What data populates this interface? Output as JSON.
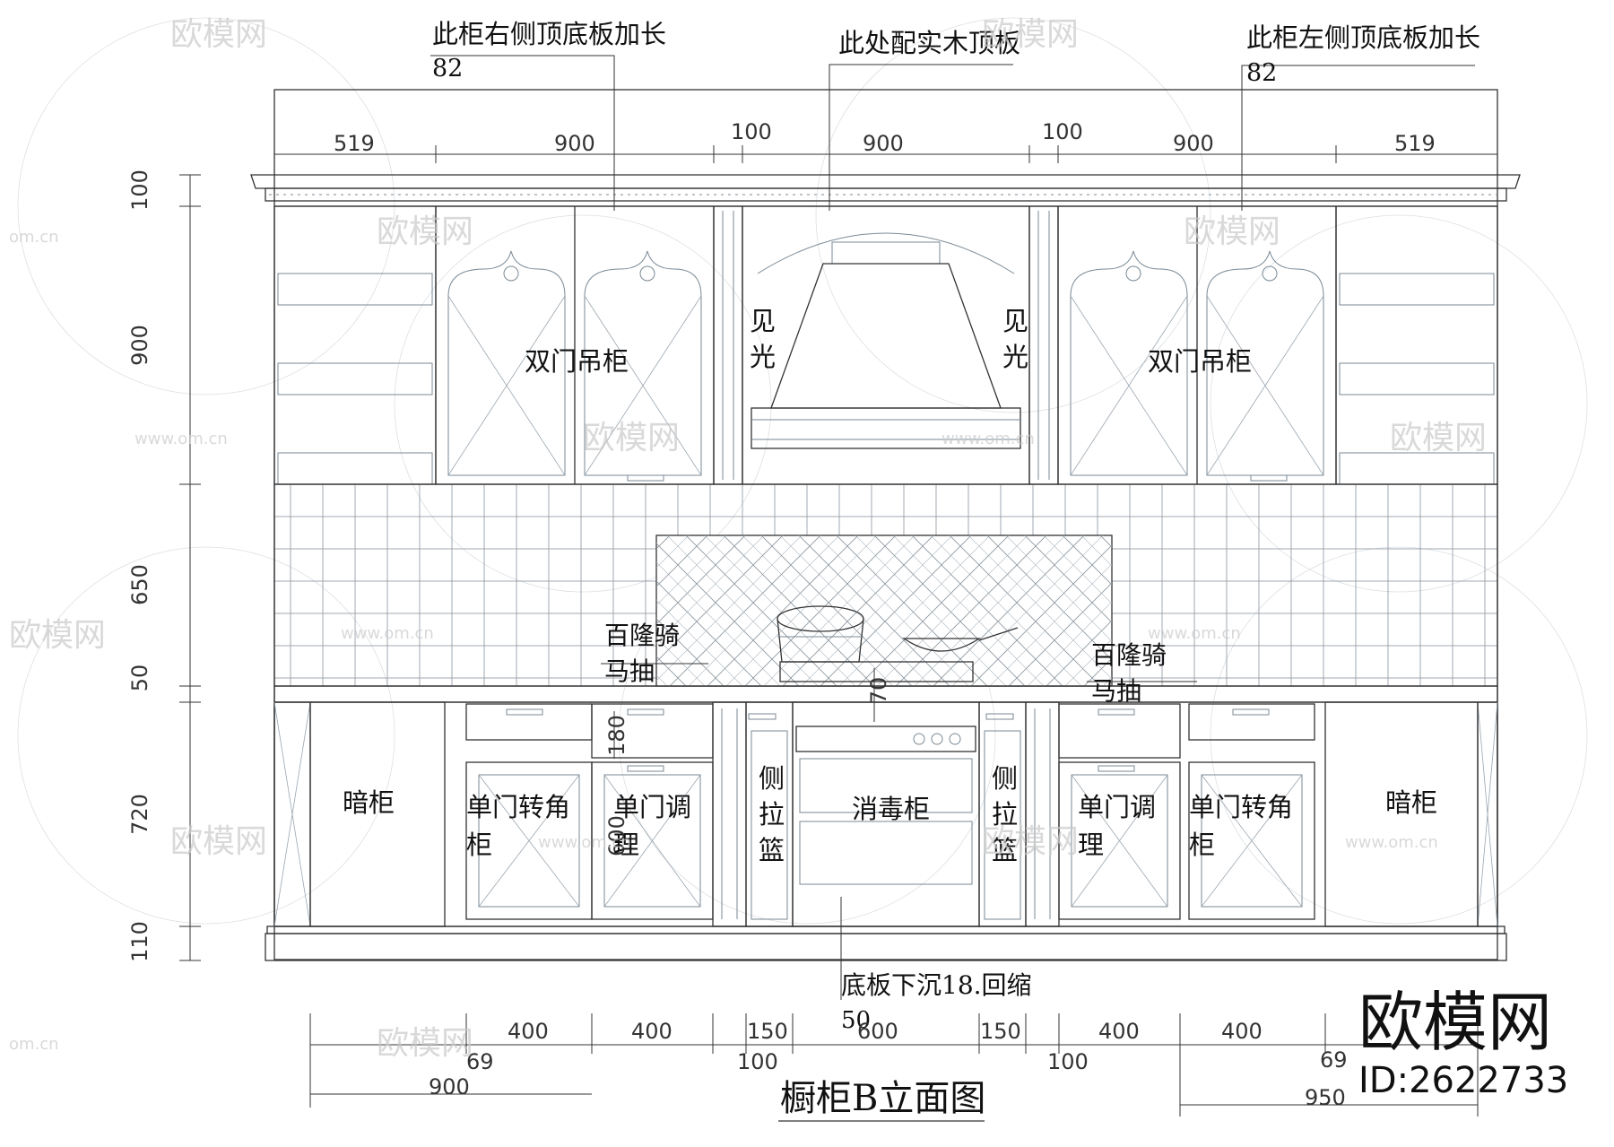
{
  "drawing_title": "橱柜B立面图",
  "notes": {
    "left_top_note": "此柜右侧顶底板加长",
    "left_top_value": "82",
    "center_top_note": "此处配实木顶板",
    "right_top_note": "此柜左侧顶底板加长",
    "right_top_value": "82",
    "bottom_note": "底板下沉18.回缩",
    "bottom_value": "50"
  },
  "labels": {
    "upper_left_cabinet": "双门吊柜",
    "upper_right_cabinet": "双门吊柜",
    "visible_side_left_1": "见",
    "visible_side_left_2": "光",
    "visible_side_right_1": "见",
    "visible_side_right_2": "光",
    "drawer_left_1": "百隆骑",
    "drawer_left_2": "马抽",
    "drawer_right_1": "百隆骑",
    "drawer_right_2": "马抽",
    "hidden_left": "暗柜",
    "hidden_right": "暗柜",
    "corner_left_1": "单门转角",
    "corner_left_2": "柜",
    "corner_right_1": "单门转角",
    "corner_right_2": "柜",
    "seasoning_left_1": "单门调",
    "seasoning_left_2": "理",
    "seasoning_right_1": "单门调",
    "seasoning_right_2": "理",
    "pullout_left": [
      "侧",
      "拉",
      "篮"
    ],
    "pullout_right": [
      "侧",
      "拉",
      "篮"
    ],
    "sterilizer": "消毒柜"
  },
  "dimensions": {
    "top": [
      "519",
      "900",
      "100",
      "900",
      "100",
      "900",
      "519"
    ],
    "left": [
      "100",
      "900",
      "650",
      "50",
      "720",
      "110"
    ],
    "drawer_height": "180",
    "gap_70": "70",
    "door_600": "600",
    "bottom": [
      "400",
      "400",
      "150",
      "600",
      "150",
      "400",
      "400"
    ],
    "bottom_small_left": "69",
    "bottom_small_right": "69",
    "bottom_100_left": "100",
    "bottom_100_right": "100",
    "bottom_total_left": "900",
    "bottom_total_right": "950"
  },
  "watermark": {
    "brand": "欧模网",
    "site": "www.om.cn",
    "site_short": "om.cn",
    "id": "ID:2622733"
  }
}
